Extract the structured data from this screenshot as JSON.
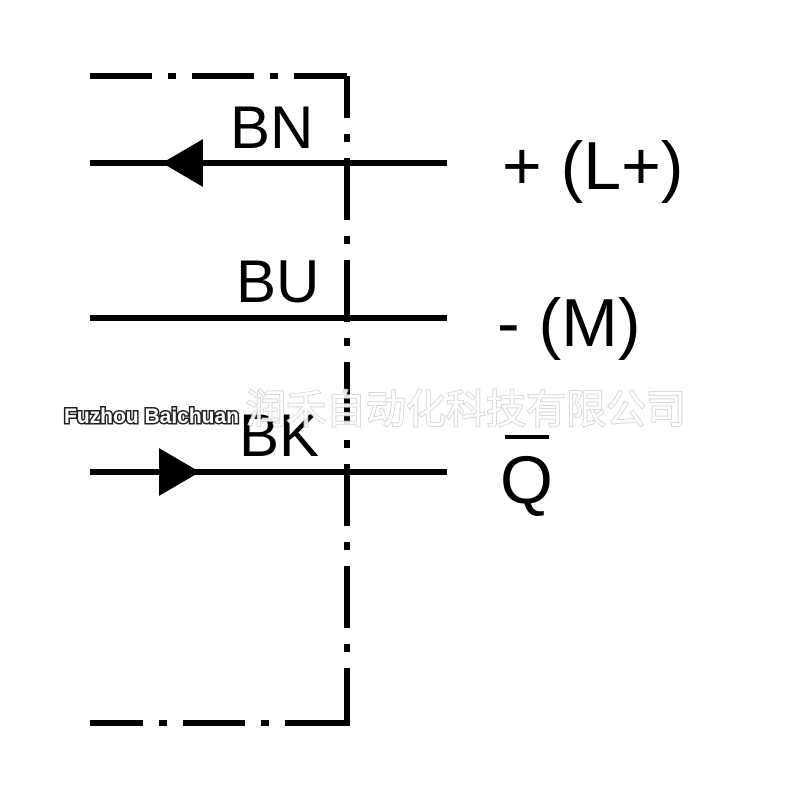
{
  "wires": [
    {
      "color_code": "BN",
      "terminal": "+ (L+)",
      "arrow": "left"
    },
    {
      "color_code": "BU",
      "terminal": "- (M)",
      "arrow": "none"
    },
    {
      "color_code": "BK",
      "terminal": "Q",
      "terminal_overline": true,
      "arrow": "right"
    }
  ],
  "watermark": {
    "latin": "Fuzhou Baichuan",
    "chinese": "润禾自动化科技有限公司"
  },
  "colors": {
    "line": "#000000",
    "background": "#ffffff"
  }
}
